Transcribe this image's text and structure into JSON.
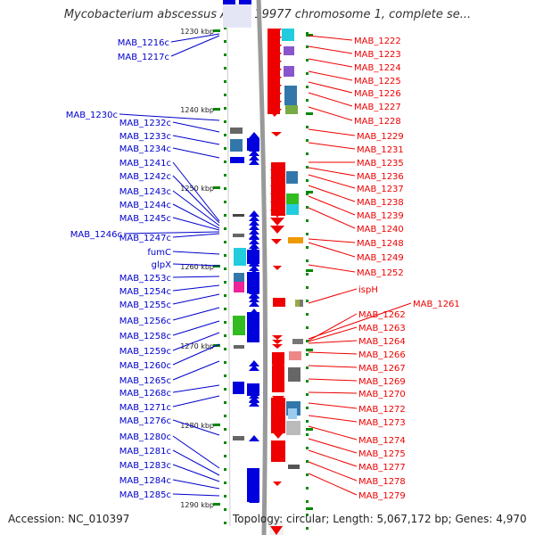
{
  "header": {
    "title": "Mycobacterium abscessus ATCC 19977 chromosome 1, complete se..."
  },
  "footer": {
    "accession": "Accession: NC_010397",
    "summary": "Topology: circular; Length: 5,067,172 bp; Genes: 4,970"
  },
  "colors": {
    "reverse_strand": "#0000dd",
    "forward_strand": "#ee0000",
    "backbone": "#999999",
    "tick": "#008800",
    "left_labels": "#0000cc",
    "right_labels": "#ee0000"
  },
  "scale": {
    "ticks": [
      "1230 kbp",
      "1240 kbp",
      "1250 kbp",
      "1260 kbp",
      "1270 kbp",
      "1280 kbp",
      "1290 kbp"
    ]
  },
  "genes_left": [
    "MAB_1216c",
    "MAB_1217c",
    "MAB_1230c",
    "MAB_1232c",
    "MAB_1233c",
    "MAB_1234c",
    "MAB_1241c",
    "MAB_1242c",
    "MAB_1243c",
    "MAB_1244c",
    "MAB_1245c",
    "MAB_1246c",
    "MAB_1247c",
    "fumC",
    "glpX",
    "MAB_1253c",
    "MAB_1254c",
    "MAB_1255c",
    "MAB_1256c",
    "MAB_1258c",
    "MAB_1259c",
    "MAB_1260c",
    "MAB_1265c",
    "MAB_1268c",
    "MAB_1271c",
    "MAB_1276c",
    "MAB_1280c",
    "MAB_1281c",
    "MAB_1283c",
    "MAB_1284c",
    "MAB_1285c"
  ],
  "genes_right": [
    "MAB_1222",
    "MAB_1223",
    "MAB_1224",
    "MAB_1225",
    "MAB_1226",
    "MAB_1227",
    "MAB_1228",
    "MAB_1229",
    "MAB_1231",
    "MAB_1235",
    "MAB_1236",
    "MAB_1237",
    "MAB_1238",
    "MAB_1239",
    "MAB_1240",
    "MAB_1248",
    "MAB_1249",
    "MAB_1252",
    "ispH",
    "MAB_1261",
    "MAB_1262",
    "MAB_1263",
    "MAB_1264",
    "MAB_1266",
    "MAB_1267",
    "MAB_1269",
    "MAB_1270",
    "MAB_1272",
    "MAB_1273",
    "MAB_1274",
    "MAB_1275",
    "MAB_1277",
    "MAB_1278",
    "MAB_1279"
  ]
}
